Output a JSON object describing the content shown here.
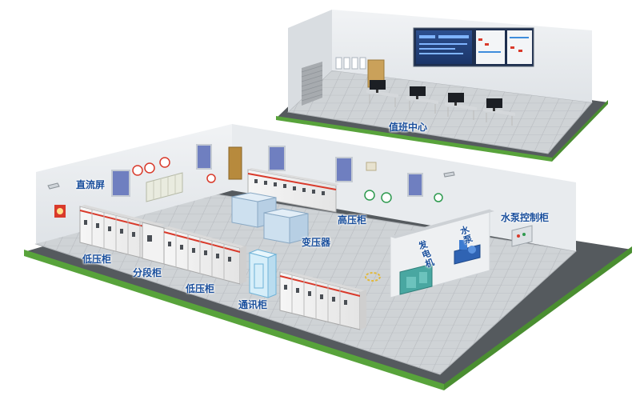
{
  "control_room": {
    "label": "值班中心"
  },
  "main_room": {
    "labels": {
      "dc_panel": "直流屏",
      "low_voltage_cabinet_1": "低压柜",
      "sectional_cabinet": "分段柜",
      "low_voltage_cabinet_2": "低压柜",
      "communication_cabinet": "通讯柜",
      "transformer": "变压器",
      "high_voltage_cabinet": "高压柜",
      "generator": "发电机",
      "water_pump": "水泵",
      "water_pump_control_cabinet": "水泵控制柜"
    }
  },
  "colors": {
    "floor_grid": "#b9bdc1",
    "floor_tile": "#cfd3d6",
    "wall": "#e6e9ec",
    "base_green": "#58a33b",
    "base_dark": "#555a5e",
    "label_blue": "#1a4f9c",
    "cabinet_red": "#d93a2b",
    "screen_blue": "#1f3f7a"
  }
}
